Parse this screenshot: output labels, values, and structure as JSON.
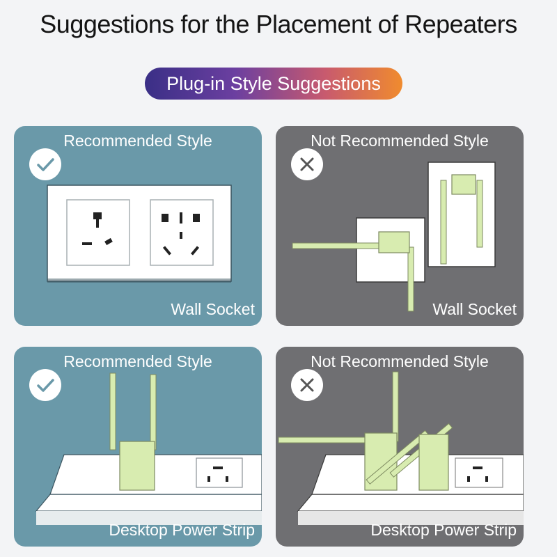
{
  "title": "Suggestions for the Placement of Repeaters",
  "subtitle": "Plug-in Style Suggestions",
  "panels": [
    {
      "heading": "Recommended Style",
      "label": "Wall Socket",
      "status_icon": "check-icon"
    },
    {
      "heading": "Not Recommended Style",
      "label": "Wall Socket",
      "status_icon": "cross-icon"
    },
    {
      "heading": "Recommended Style",
      "label": "Desktop Power Strip",
      "status_icon": "check-icon"
    },
    {
      "heading": "Not Recommended Style",
      "label": "Desktop Power Strip",
      "status_icon": "cross-icon"
    }
  ],
  "colors": {
    "recommended_bg": "#6a99a9",
    "not_recommended_bg": "#6f6f72",
    "repeater": "#d8ecb0",
    "pill_gradient": [
      "#3a2f86",
      "#f08b2e"
    ]
  }
}
